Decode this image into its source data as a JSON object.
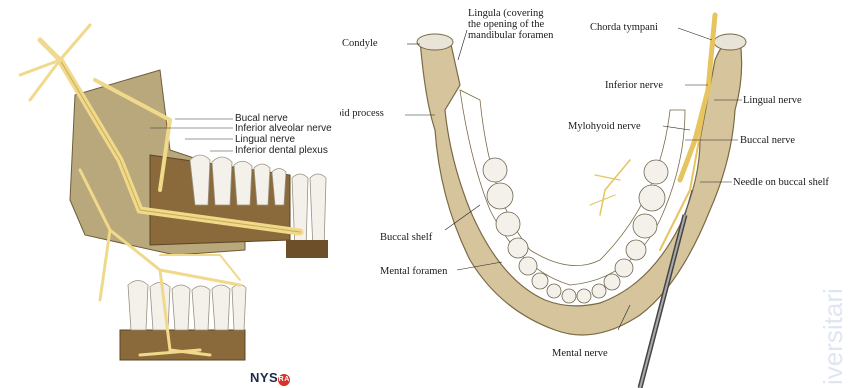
{
  "left_figure": {
    "labels": {
      "bucal": "Bucal nerve",
      "inferior_alveolar": "Inferior alveolar nerve",
      "lingual": "Lingual nerve",
      "inferior_dental_plexus": "Inferior dental plexus"
    },
    "logo": "NYSORA"
  },
  "right_figure": {
    "labels": {
      "condyle": "Condyle",
      "lingula": "Lingula (covering\nthe opening of the\nmandibular foramen",
      "chorda_tympani": "Chorda tympani",
      "inferior_nerve": "Inferior nerve",
      "lingual_nerve": "Lingual nerve",
      "coronoid": "Coronoid process",
      "mylohyoid": "Mylohyoid nerve",
      "buccal_nerve": "Buccal nerve",
      "needle": "Needle on buccal shelf",
      "buccal_shelf": "Buccal shelf",
      "mental_foramen": "Mental foramen",
      "mental_nerve": "Mental nerve"
    },
    "watermark": "iversitari"
  },
  "colors": {
    "bone": "#c9b68a",
    "bone_dark": "#7a6a45",
    "nerve": "#f0d98a",
    "tooth": "#f4f1ea"
  }
}
